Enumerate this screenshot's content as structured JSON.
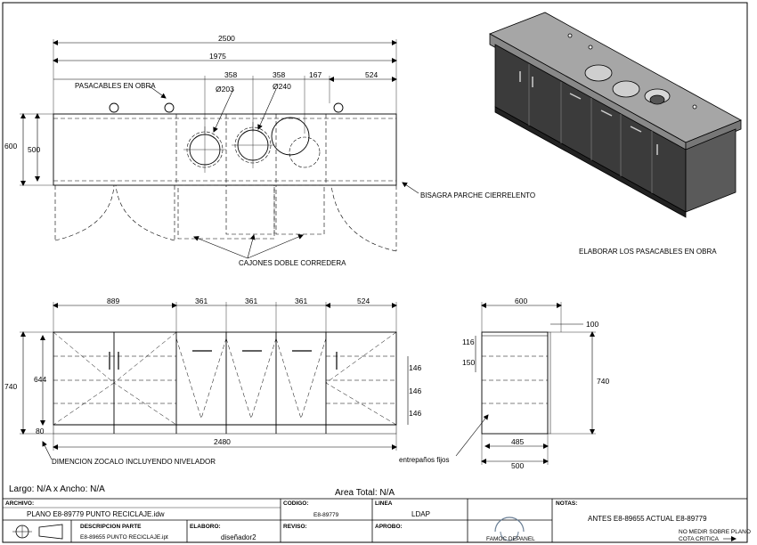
{
  "plan_top": {
    "dims": {
      "total": "2500",
      "inner": "1975",
      "d358a": "358",
      "d358b": "358",
      "d167": "167",
      "d524": "524",
      "depth600": "600",
      "depth500": "500",
      "dia203": "Ø203",
      "dia240": "Ø240"
    },
    "labels": {
      "pasacables": "PASACABLES EN OBRA",
      "bisagra": "BISAGRA PARCHE CIERRELENTO",
      "cajones": "CAJONES DOBLE CORREDERA"
    }
  },
  "iso_note": "ELABORAR LOS PASACABLES EN OBRA",
  "front": {
    "dims": {
      "d889": "889",
      "d361a": "361",
      "d361b": "361",
      "d361c": "361",
      "d524": "524",
      "h740": "740",
      "h644": "644",
      "h80": "80",
      "h146a": "146",
      "h146b": "146",
      "h146c": "146",
      "w2480": "2480"
    },
    "label": "DIMENCION ZOCALO INCLUYENDO NIVELADOR"
  },
  "side": {
    "dims": {
      "d600": "600",
      "d100": "100",
      "d116": "116",
      "d150": "150",
      "h740": "740",
      "d485": "485",
      "d500": "500"
    },
    "label": "entrepaños fijos"
  },
  "summary": {
    "size": "Largo: N/A x Ancho: N/A",
    "area": "Area Total: N/A"
  },
  "title_block": {
    "archivo_h": "ARCHIVO:",
    "archivo": "PLANO E8-89779 PUNTO RECICLAJE.idw",
    "codigo_h": "CODIGO:",
    "codigo": "E8-89779",
    "linea_h": "LINEA",
    "linea": "LDAP",
    "notas_h": "NOTAS:",
    "notas": "ANTES E8-89655 ACTUAL E8-89779",
    "desc_h": "DESCRIPCION PARTE",
    "desc": "E8-89655 PUNTO RECICLAJE.ipt",
    "elaboro_h": "ELABORO:",
    "elaboro": "diseñador2",
    "reviso_h": "REVISO:",
    "aprobo_h": "APROBO:",
    "company": "FAMOC DEPANEL",
    "nomedir": "NO MEDIR SOBRE PLANO",
    "cota": "COTA CRITICA"
  }
}
